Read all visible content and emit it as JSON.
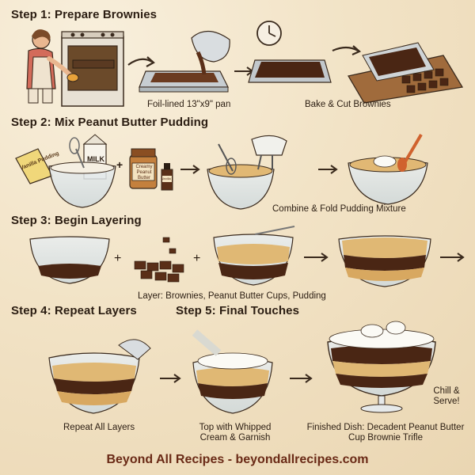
{
  "steps": {
    "s1": {
      "title": "Step 1: Prepare Brownies",
      "cap_pan": "Foil-lined 13\"x9\" pan",
      "cap_bake": "Bake & Cut Brownies"
    },
    "s2": {
      "title": "Step 2: Mix Peanut Butter Pudding",
      "cap_combine": "Combine & Fold Pudding Mixture"
    },
    "s3": {
      "title": "Step 3: Begin Layering",
      "cap_layer": "Layer: Brownies, Peanut Butter Cups, Pudding"
    },
    "s4": {
      "title": "Step 4: Repeat Layers",
      "cap_repeat": "Repeat All Layers"
    },
    "s5": {
      "title": "Step 5: Final Touches",
      "cap_top": "Top with Whipped Cream & Garnish"
    }
  },
  "finished": {
    "caption": "Finished Dish: Decadent Peanut Butter Cup Brownie Trifle",
    "chill": "Chill & Serve!"
  },
  "labels": {
    "milk": "MILK",
    "vanilla_box": "Vanilla Pudding",
    "pb_jar": "Creamy Peanut Butter",
    "vanilla_bottle": "Vanilla",
    "plus": "+"
  },
  "footer": {
    "text": "Beyond All Recipes - beyondallrecipes.com"
  }
}
